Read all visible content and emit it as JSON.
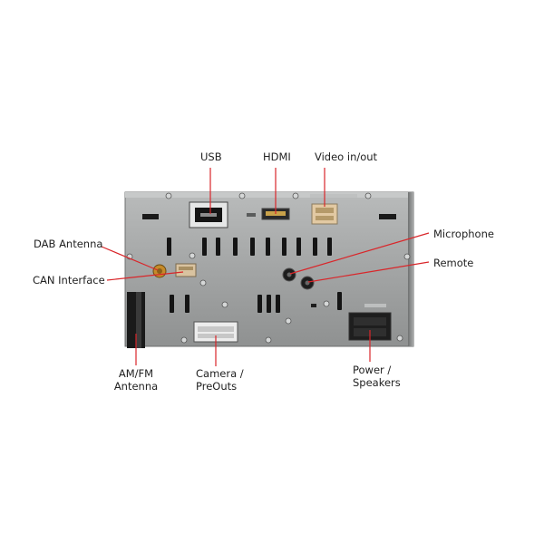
{
  "labels": {
    "usb": "USB",
    "hdmi": "HDMI",
    "video": "Video in/out",
    "dab": "DAB Antenna",
    "can": "CAN Interface",
    "microphone": "Microphone",
    "remote": "Remote",
    "amfm_line1": "AM/FM",
    "amfm_line2": "Antenna",
    "camera_line1": "Camera /",
    "camera_line2": "PreOuts",
    "power_line1": "Power /",
    "power_line2": "Speakers"
  },
  "colors": {
    "pointer_line": "#d9262a",
    "panel": "#9c9e9e",
    "label_text": "#222222"
  }
}
